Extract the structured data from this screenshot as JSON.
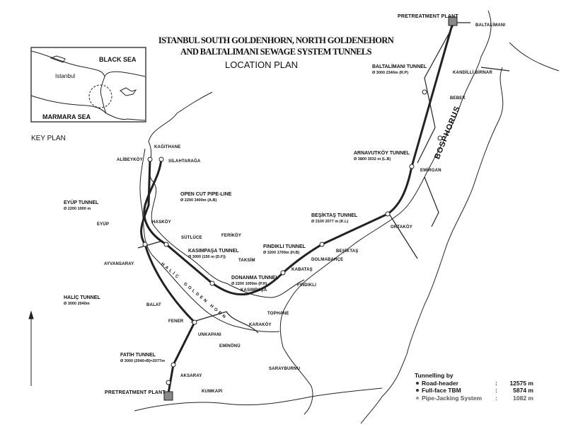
{
  "title": {
    "line1": "ISTANBUL SOUTH GOLDENHORN, NORTH GOLDENEHORN",
    "line2": "AND BALTALIMANI SEWAGE SYSTEM TUNNELS",
    "subtitle": "LOCATION PLAN"
  },
  "key_plan": {
    "label": "KEY PLAN",
    "black_sea": "BLACK SEA",
    "istanbul": "Istanbul",
    "marmara_sea": "MARMARA SEA"
  },
  "tunnels": {
    "baltalimani": {
      "name": "BALTALİMANI TUNNEL",
      "spec": "Ø 3000   2340m (R.P)"
    },
    "arnavutkoy": {
      "name": "ARNAVUTKÖY TUNNEL",
      "spec": "Ø 3800   3032 m (L.B)"
    },
    "besiktas": {
      "name": "BEŞİKTAŞ TUNNEL",
      "spec": "Ø 3100  2077 m (K.L)"
    },
    "findikli": {
      "name": "FINDIKLI TUNNEL",
      "spec": "Ø 3200   1700m (H.B)"
    },
    "donanma": {
      "name": "DONANMA TUNNEL",
      "spec": "Ø 2200   1000m (P.H)"
    },
    "kasimpasa": {
      "name": "KASIMPAŞA TUNNEL",
      "spec": "Ø 3000   (150 m (D.F))"
    },
    "open_cut": {
      "name": "OPEN CUT PIPE-LINE",
      "spec": "Ø 2200      3400m (A.B)"
    },
    "eyup": {
      "name": "EYÜP TUNNEL",
      "spec": "Ø 2200   1000 m"
    },
    "halic": {
      "name": "HALİÇ TUNNEL",
      "spec": "Ø 3000   2040m"
    },
    "fatih": {
      "name": "FATİH TUNNEL",
      "spec": "Ø 3000 (2040+B)=2077m"
    }
  },
  "places": {
    "pretreatment_north": "PRETREATMENT PLANT",
    "pretreatment_south": "PRETREATMENT PLANT",
    "baltalimani": "BALTALİMANI",
    "emirgan": "EMİRGAN",
    "kandilli": "KANDİLLİ BİRNAR",
    "bebek": "BEBEK",
    "bosphorus": "BOSPHORUS",
    "ortakoy": "ORTAKÖY",
    "besiktas": "BEŞİKTAŞ",
    "dolmabahce": "DOLMABAHÇE",
    "kabatas": "KABATAŞ",
    "findikli": "FINDIKLI",
    "tophane": "TOPHANE",
    "karakoy": "KARAKÖY",
    "kasimpasa": "KASIMPAŞA",
    "taksim": "TAKSİM",
    "perikoy": "FERİKÖY",
    "sutluce": "SÜTLÜCE",
    "hasköy": "HASKÖY",
    "kagithane": "KAĞITHANE",
    "silahtaraga": "SİLAHTARAĞA",
    "alibeykoy": "ALİBEYKÖY",
    "eyup": "EYÜP",
    "ayvansaray": "AYVANSARAY",
    "balat": "BALAT",
    "fener": "FENER",
    "unkapani": "UNKAPANI",
    "eminonu": "EMİNÖNÜ",
    "aksaray": "AKSARAY",
    "kumkapi": "KUMKAPI",
    "sarayburnu": "SARAYBURNU",
    "halic": "HALİÇ",
    "golden_horn": "GOLDEN HORN"
  },
  "legend": {
    "title": "Tunnelling by",
    "items": [
      {
        "label": "Road-header",
        "value": "12575 m"
      },
      {
        "label": "Full-face TBM",
        "value": "5874 m"
      },
      {
        "label": "Pipe-Jacking System",
        "value": "1082 m"
      }
    ]
  }
}
